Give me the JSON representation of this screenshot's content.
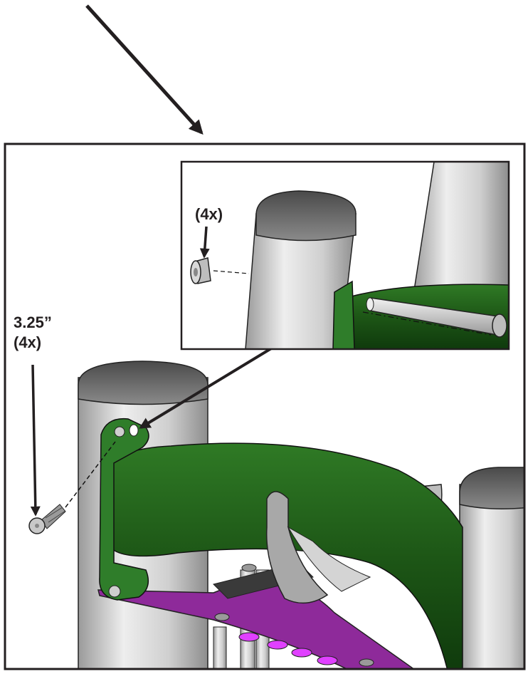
{
  "callouts": {
    "inset_nut_qty": "(4x)",
    "bolt_length": "3.25”",
    "bolt_qty": "(4x)"
  },
  "colors": {
    "frame": "#c9c9c9",
    "bracket": "#2f7d2a",
    "arm": "#1e5c1a",
    "plate": "#8e2a9a",
    "plate_holes": "#e040ff",
    "outline": "#111111"
  }
}
